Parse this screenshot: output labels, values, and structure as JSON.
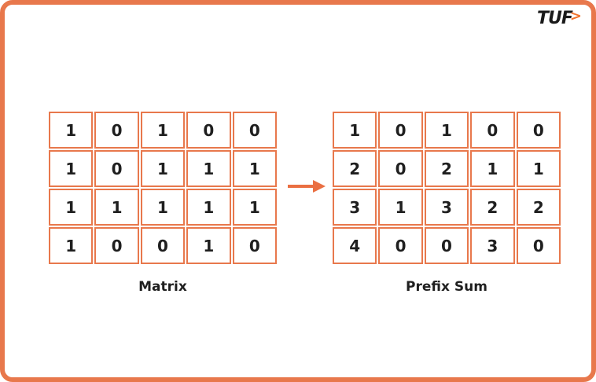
{
  "page": {
    "background": "#ffffff",
    "border_color": "#e8784c"
  },
  "logo": {
    "text": "TUF",
    "chevron": ">"
  },
  "diagram": {
    "left_matrix": {
      "label": "Matrix",
      "rows": [
        [
          1,
          0,
          1,
          0,
          0
        ],
        [
          1,
          0,
          1,
          1,
          1
        ],
        [
          1,
          1,
          1,
          1,
          1
        ],
        [
          1,
          0,
          0,
          1,
          0
        ]
      ]
    },
    "right_matrix": {
      "label": "Prefix Sum",
      "rows": [
        [
          1,
          0,
          1,
          0,
          0
        ],
        [
          2,
          0,
          2,
          1,
          1
        ],
        [
          3,
          1,
          3,
          2,
          2
        ],
        [
          4,
          0,
          0,
          3,
          0
        ]
      ]
    }
  },
  "colors": {
    "grid_orange": "#e8784c",
    "arrow_orange": "#ea6f42",
    "logo_chevron_orange": "#f1742e",
    "text_dark": "#1f1f1f"
  }
}
